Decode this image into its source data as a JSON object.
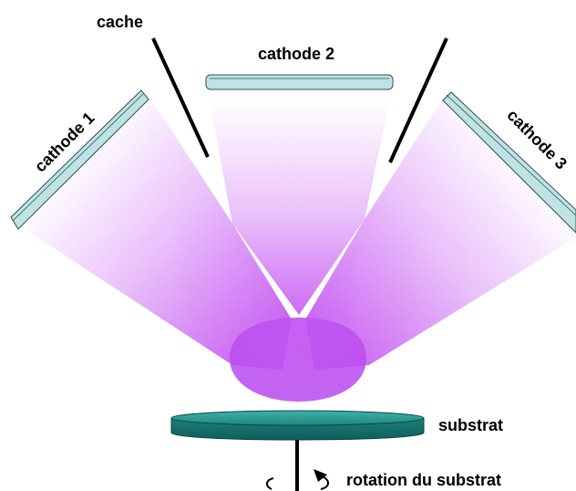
{
  "labels": {
    "cache": "cache",
    "cathode_1": "cathode 1",
    "cathode_2": "cathode 2",
    "cathode_3": "cathode 3",
    "substrate": "substrat",
    "rotation": "rotation du substrat"
  },
  "colors": {
    "plasma": "#c24ef0",
    "plasma_pool": "#c055ee",
    "cathode_fill": "#bfe3e4",
    "cathode_stroke": "#2f4f4f",
    "substrate_fill": "#2b9a91",
    "substrate_dark": "#116a66",
    "shutter": "#000000",
    "text": "#000000"
  }
}
